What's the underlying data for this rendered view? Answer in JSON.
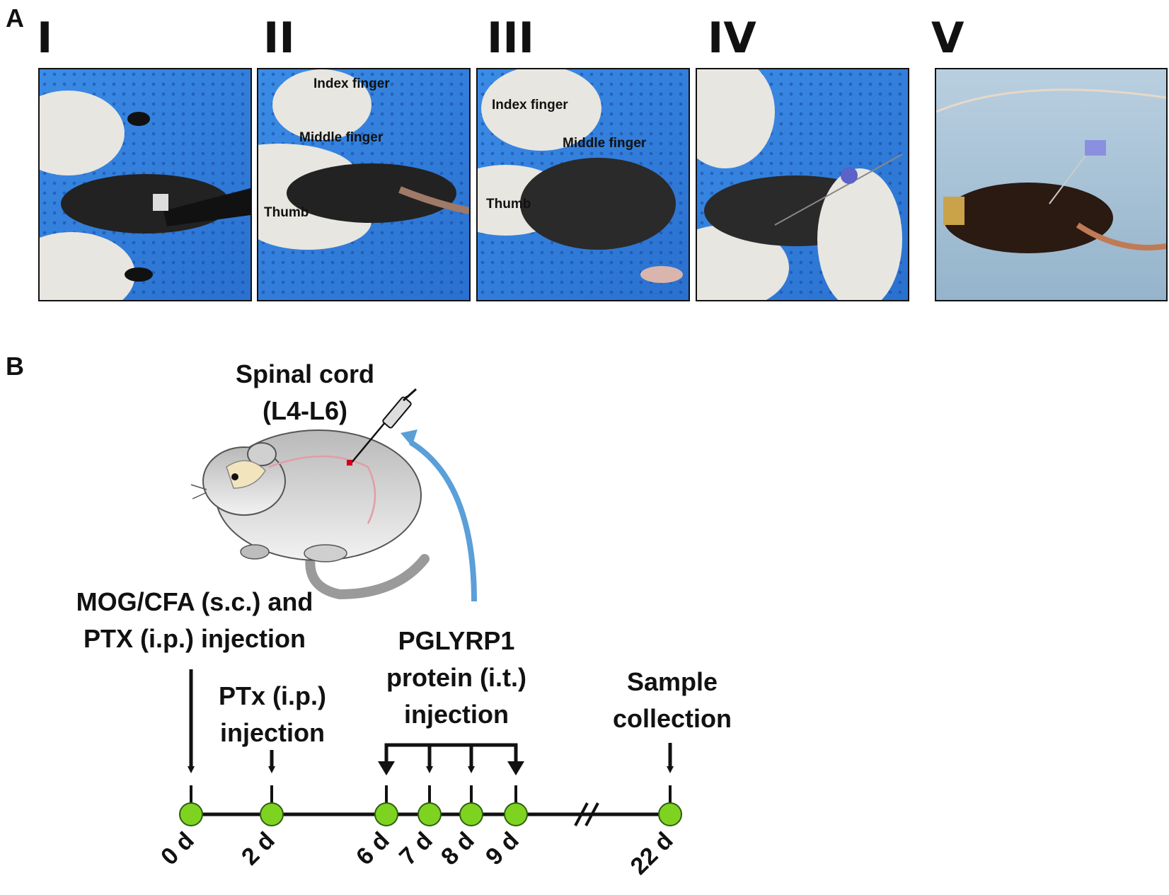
{
  "panels": {
    "a_letter": "A",
    "b_letter": "B"
  },
  "photos": [
    {
      "numeral": "I",
      "labels": []
    },
    {
      "numeral": "II",
      "labels": [
        "Index finger",
        "Middle  finger",
        "Thumb"
      ]
    },
    {
      "numeral": "III",
      "labels": [
        "Index finger",
        "Middle  finger",
        "Thumb"
      ]
    },
    {
      "numeral": "IV",
      "labels": []
    },
    {
      "numeral": "V",
      "labels": []
    }
  ],
  "diagram": {
    "target_label": [
      "Spinal cord",
      "(L4-L6)"
    ],
    "events": [
      {
        "label": [
          "MOG/CFA (s.c.) and",
          "PTX (i.p.) injection"
        ]
      },
      {
        "label": [
          "PTx (i.p.)",
          "injection"
        ]
      },
      {
        "label": [
          "PGLYRP1",
          "protein (i.t.)",
          "injection"
        ]
      },
      {
        "label": [
          "Sample",
          "collection"
        ]
      }
    ],
    "timepoints": [
      "0 d",
      "2 d",
      "6 d",
      "7 d",
      "8 d",
      "9 d",
      "22 d"
    ],
    "colors": {
      "node_fill": "#7ed321",
      "arrow_blue": "#5a9fd8",
      "line": "#111111"
    }
  }
}
